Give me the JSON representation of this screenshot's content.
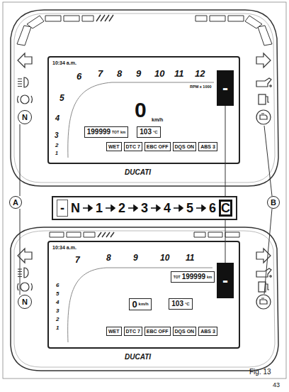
{
  "diagram": {
    "caption": "Fig. 13",
    "nodes": [
      {
        "text": [
          "-"
        ]
      },
      {
        "text": [
          "199999",
          "TOT",
          "km"
        ]
      },
      {
        "text": [
          "103",
          "°C"
        ]
      },
      {
        "text": [
          "WET"
        ]
      },
      {
        "text": [
          "DTC 7"
        ]
      },
      {
        "text": [
          "EBC OFF"
        ]
      },
      {
        "text": [
          "DQS ON"
        ]
      },
      {
        "text": [
          "ABS 3"
        ]
      },
      {
        "text": [
          "N"
        ]
      },
      {
        "text": [
          "A"
        ]
      },
      {
        "text": [
          "N",
          "1",
          "2",
          "3",
          "4",
          "5",
          "6"
        ]
      },
      {
        "text": [
          "-"
        ],
        "in": 10
      },
      {
        "text": [
          "C"
        ],
        "in": 10
      },
      {
        "text": [
          "B"
        ]
      },
      {
        "text": [
          "-"
        ]
      },
      {
        "text": [
          "TOT",
          "199999",
          "km"
        ]
      },
      {
        "text": [
          "0",
          "km/h"
        ]
      },
      {
        "text": [
          "103",
          "°C"
        ]
      },
      {
        "text": [
          "WET"
        ]
      },
      {
        "text": [
          "DTC 7"
        ]
      },
      {
        "text": [
          "EBC OFF"
        ]
      },
      {
        "text": [
          "DQS ON"
        ]
      },
      {
        "text": [
          "ABS 3"
        ]
      },
      {
        "text": [
          "N"
        ]
      }
    ],
    "edges": [
      {
        "from": 0,
        "to": 10,
        "arrow": "none"
      },
      {
        "from": 10,
        "to": 14,
        "arrow": "none"
      },
      {
        "from": 9,
        "to": 8,
        "arrow": "none"
      },
      {
        "from": 9,
        "to": 23,
        "arrow": "none"
      }
    ],
    "labels": [
      "10:34 a.m.",
      "1",
      "2",
      "3",
      "4",
      "5",
      "6",
      "7",
      "8",
      "9",
      "10",
      "11",
      "12",
      "RPM x 1000",
      "0",
      "km/h",
      "DUCATI",
      "10:34 a.m.",
      "6",
      "5",
      "4",
      "3",
      "2",
      "1",
      "7",
      "8",
      "9",
      "10",
      "11",
      "DUCATI",
      "43"
    ]
  }
}
